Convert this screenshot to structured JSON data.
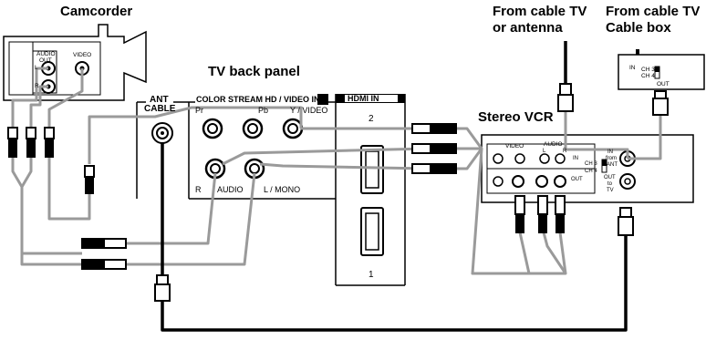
{
  "titles": {
    "camcorder": "Camcorder",
    "tv_back_panel": "TV back panel",
    "from_cable_1": "From cable TV",
    "from_cable_2": "or antenna",
    "from_cablebox_1": "From cable TV",
    "from_cablebox_2": "Cable box",
    "stereo_vcr": "Stereo VCR"
  },
  "camcorder": {
    "audio_out_1": "AUDIO",
    "audio_out_2": "OUT",
    "video": "VIDEO",
    "l": "L",
    "r": "R"
  },
  "tv_panel": {
    "ant_1": "ANT",
    "ant_2": "CABLE",
    "colorstream": "COLOR STREAM HD / VIDEO IN",
    "hdmi_in": "HDMI IN",
    "pr": "Pr",
    "pb": "Pb",
    "y_video": "Y / VIDEO",
    "r": "R",
    "audio": "AUDIO",
    "l_mono": "L / MONO",
    "hdmi_2": "2",
    "hdmi_1": "1"
  },
  "vcr": {
    "video": "VIDEO",
    "audio": "AUDIO",
    "audio_l": "L",
    "audio_r": "R",
    "in": "IN",
    "out": "OUT",
    "ch3": "CH 3",
    "ch4": "CH 4",
    "in_from_1": "IN",
    "in_from_2": "from",
    "in_from_3": "ANT",
    "out_to_1": "OUT",
    "out_to_2": "to",
    "out_to_3": "TV"
  },
  "cable_box": {
    "in": "IN",
    "ch3": "CH 3",
    "ch4": "CH 4",
    "out": "OUT"
  }
}
